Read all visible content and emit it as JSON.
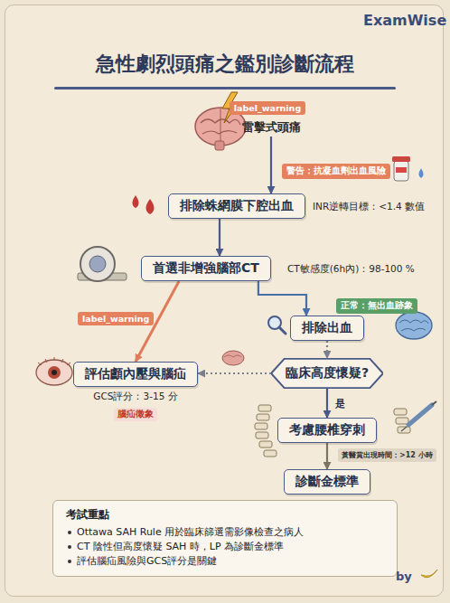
{
  "diagram": {
    "title": "急性劇烈頭痛之鑑別診斷流程",
    "nodes": [
      {
        "text": [
          "label_warning"
        ]
      },
      {
        "text": [
          "雷擊式頭痛"
        ]
      },
      {
        "text": [
          "排除蛛網膜下腔出血"
        ]
      },
      {
        "text": [
          "警告：抗凝血劑出血風險"
        ]
      },
      {
        "text": [
          "首選非增強腦部CT"
        ]
      },
      {
        "text": [
          "正常：無出血跡象"
        ]
      },
      {
        "text": [
          "排除出血"
        ]
      },
      {
        "text": [
          "label_warning"
        ]
      },
      {
        "text": [
          "臨床高度懷疑?"
        ]
      },
      {
        "text": [
          "評估顱內壓與腦疝"
        ]
      },
      {
        "text": [
          "考慮腰椎穿刺"
        ]
      },
      {
        "text": [
          "黃醫賞出現時間：>12 小時"
        ]
      },
      {
        "text": [
          "診斷金標準"
        ]
      },
      {
        "text": [
          "考試重點",
          "Ottawa SAH Rule 用於臨床篩選需影像檢查之病人",
          "CT 陰性但高度懷疑 SAH 時，LP 為診斷金標準",
          "評估腦疝風險與GCS評分是關鍵"
        ]
      }
    ],
    "edges": [
      {
        "from": 1,
        "to": 2,
        "arrow": "to"
      },
      {
        "from": 2,
        "to": 4,
        "arrow": "to"
      },
      {
        "from": 4,
        "to": 6,
        "arrow": "to"
      },
      {
        "from": 4,
        "to": 9,
        "arrow": "to"
      },
      {
        "from": 6,
        "to": 8,
        "arrow": "to"
      },
      {
        "from": 8,
        "to": 9,
        "arrow": "to"
      },
      {
        "from": 8,
        "to": 10,
        "label": "是",
        "arrow": "to"
      },
      {
        "from": 10,
        "to": 12,
        "arrow": "to"
      }
    ],
    "labels": [
      "ExamWise",
      "INR逆轉目標：<1.4 數值",
      "CT敏感度(6h內)：98-100 %",
      "GCS評分：3-15 分",
      "腦疝徵象",
      "by"
    ]
  }
}
